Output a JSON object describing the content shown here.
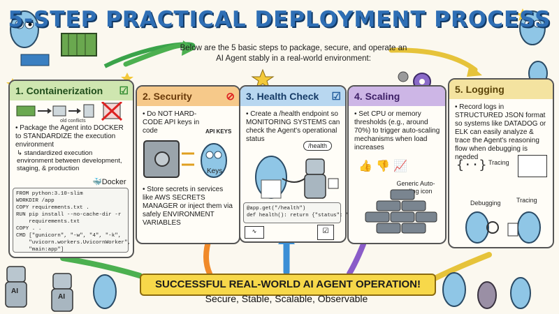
{
  "title": "5-STEP PRACTICAL DEPLOYMENT PROCESS",
  "intro": "Below are the 5 basic steps to package, secure, and operate an AI Agent stably in a real-world environment:",
  "steps": [
    {
      "header": "1. Containerization",
      "conflict_label": "old conflicts",
      "bullet": "Package the Agent into DOCKER to STANDARDIZE the execution environment",
      "sub": "standardized execution environment between development, staging, & production",
      "docker_label": "Docker",
      "code": "FROM python:3.10-slim\nWORKDIR /app\nCOPY requirements.txt .\nRUN pip install --no-cache-dir -r\n    requirements.txt\nCOPY . .\nCMD [\"gunicorn\", \"-w\", \"4\", \"-k\",\n    \"uvicorn.workers.UvicornWorker\",\n    \"main:app\"]"
    },
    {
      "header": "2. Security",
      "bullet1": "Do NOT HARD-CODE API keys in code",
      "api_label": "API KEYS",
      "keys_label": "Keys",
      "bullet2": "Store secrets in services like AWS SECRETS MANAGER or inject them via safely ENVIRONMENT VARIABLES"
    },
    {
      "header": "3. Health Check",
      "bullet": "Create a /health endpoint so MONITORING SYSTEMS can check the Agent's operational status",
      "bubble": "/health",
      "code": "@app.get(\"/health\")\ndef health(): return {\"status\": \"ok\"}"
    },
    {
      "header": "4. Scaling",
      "bullet": "Set CPU or memory thresholds (e.g., around 70%) to trigger auto-scaling mechanisms when load increases",
      "icon_label": "Generic Auto-scaling icon"
    },
    {
      "header": "5. Logging",
      "bullet": "Record logs in STRUCTURED JSON format so systems like DATADOG or ELK can easily analyze & trace the Agent's reasoning flow when debugging is needed",
      "tracing1": "Tracing",
      "debugging": "Debugging",
      "tracing2": "Tracing"
    }
  ],
  "banner": "SUCCESSFUL REAL-WORLD AI AGENT OPERATION!",
  "subbanner": "Secure, Stable, Scalable, Observable",
  "ai_label": "AI",
  "colors": {
    "step1": "#cfe6b0",
    "step2": "#f6c98a",
    "step3": "#b8d7f0",
    "step4": "#cdb6e6",
    "step5": "#f4e3a0",
    "gopher": "#8fc6e6",
    "title": "#2f6fb5"
  }
}
